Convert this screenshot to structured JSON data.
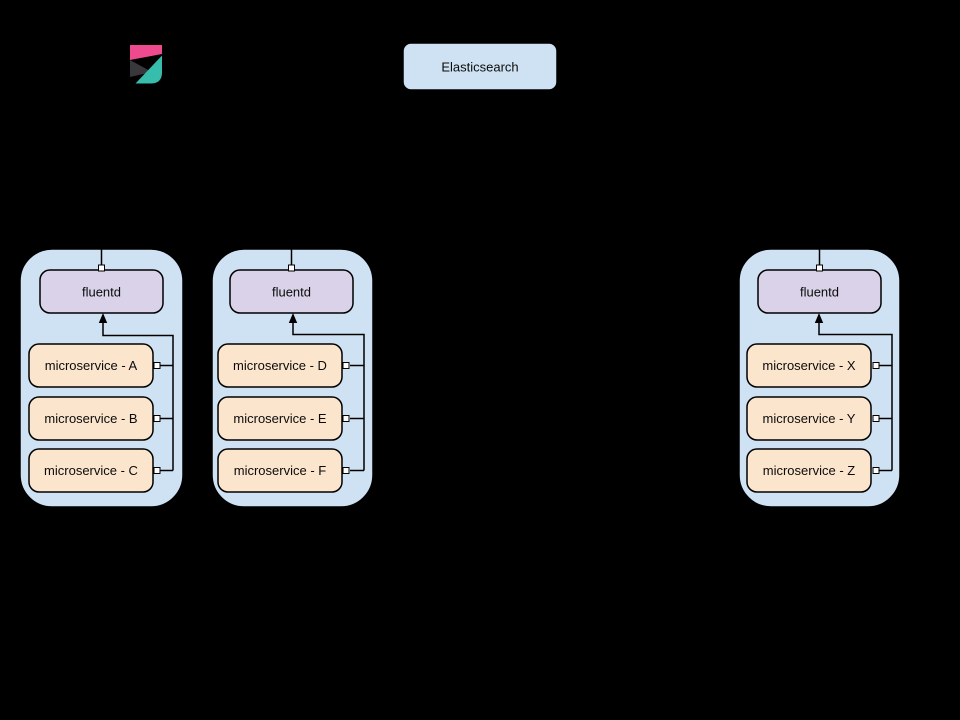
{
  "colors": {
    "background": "#000000",
    "cluster_fill": "#cfe2f3",
    "elasticsearch_fill": "#cfe2f3",
    "fluentd_fill": "#d9d2e9",
    "microservice_fill": "#fce5cd",
    "line": "#000000",
    "kibana_pink": "#ee4b8e",
    "kibana_dark": "#38383c",
    "kibana_teal": "#36bdab"
  },
  "elasticsearch": {
    "label": "Elasticsearch"
  },
  "kibana_logo": {
    "icon": "kibana-logo"
  },
  "clusters": [
    {
      "fluentd_label": "fluentd",
      "services": [
        "microservice - A",
        "microservice - B",
        "microservice - C"
      ]
    },
    {
      "fluentd_label": "fluentd",
      "services": [
        "microservice - D",
        "microservice - E",
        "microservice - F"
      ]
    },
    {
      "fluentd_label": "fluentd",
      "services": [
        "microservice - X",
        "microservice - Y",
        "microservice - Z"
      ]
    }
  ]
}
